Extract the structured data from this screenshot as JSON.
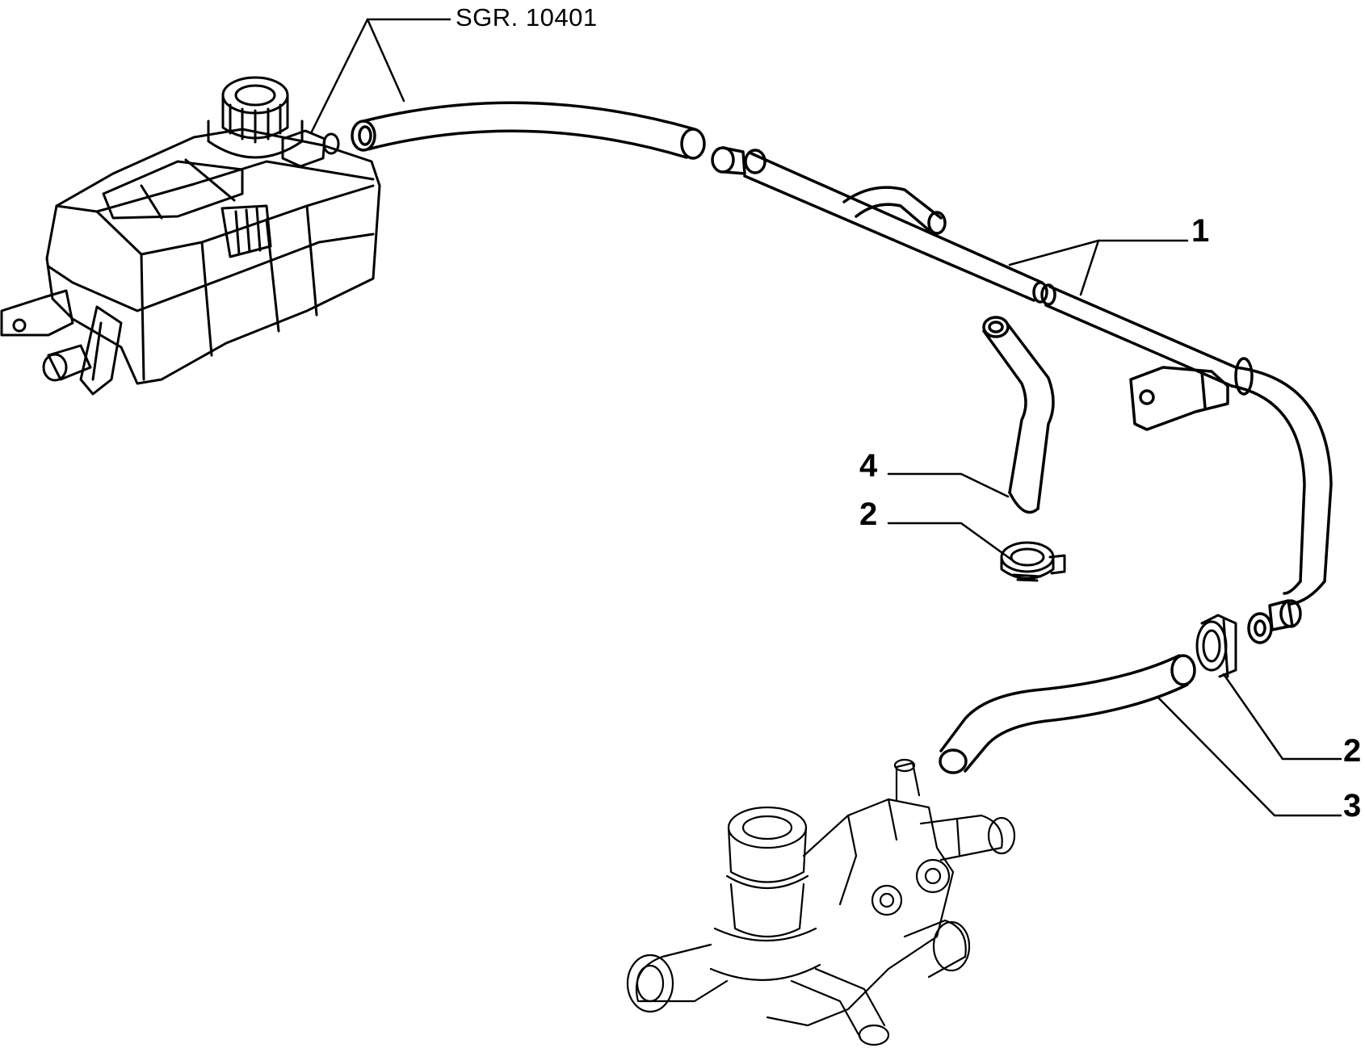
{
  "diagram": {
    "reference_label": "SGR. 10401",
    "callouts": [
      {
        "id": "1",
        "label": "1"
      },
      {
        "id": "4",
        "label": "4"
      },
      {
        "id": "2a",
        "label": "2"
      },
      {
        "id": "2b",
        "label": "2"
      },
      {
        "id": "3",
        "label": "3"
      }
    ],
    "colors": {
      "line": "#000000",
      "background": "#ffffff"
    }
  }
}
